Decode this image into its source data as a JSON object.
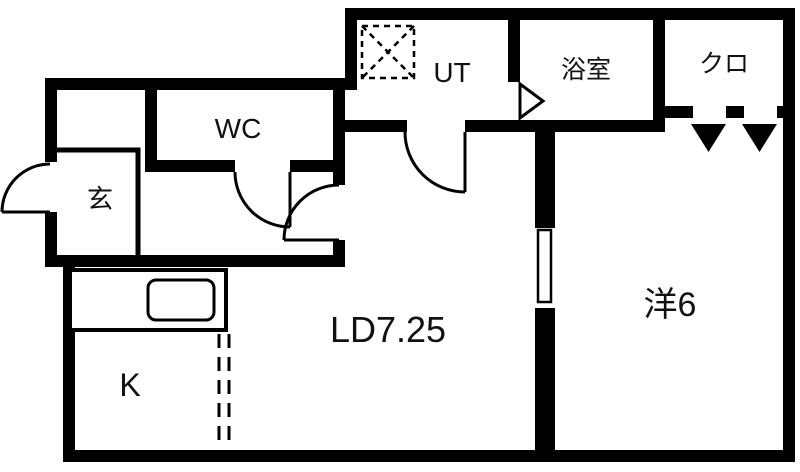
{
  "colors": {
    "wall": "#000000",
    "background": "#ffffff",
    "text": "#111111"
  },
  "rooms": {
    "entrance": {
      "label": "玄"
    },
    "wc": {
      "label": "WC"
    },
    "utility": {
      "label": "UT"
    },
    "bathroom": {
      "label": "浴室"
    },
    "closet": {
      "label": "クロ"
    },
    "living_dining": {
      "label": "LD7.25"
    },
    "kitchen": {
      "label": "K"
    },
    "western_room": {
      "label": "洋6"
    }
  }
}
